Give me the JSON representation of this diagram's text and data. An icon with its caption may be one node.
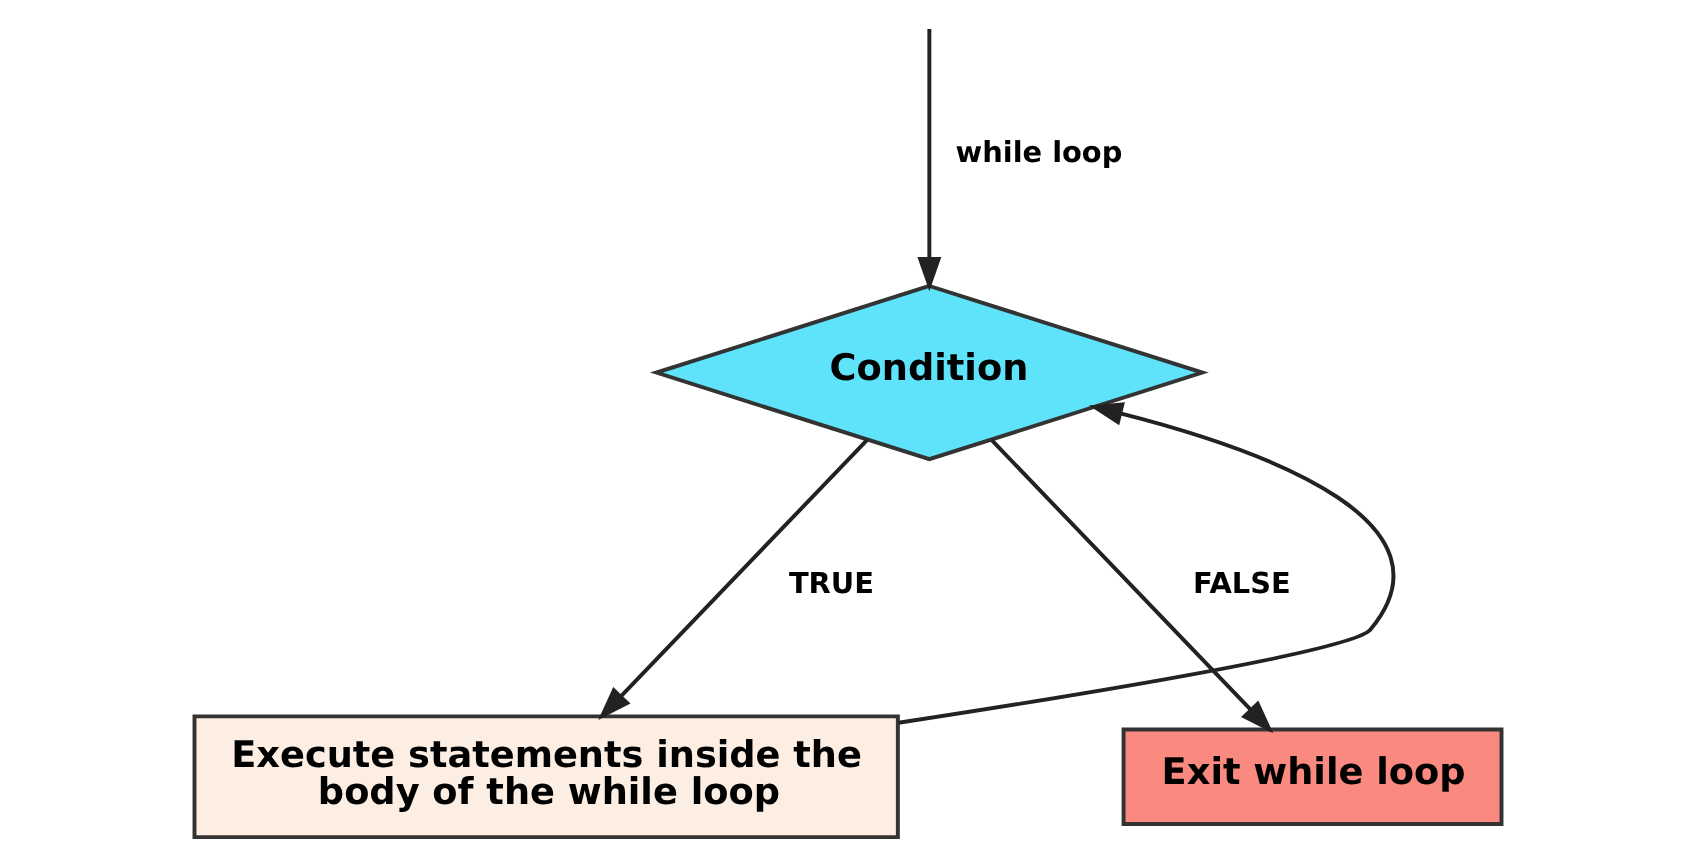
{
  "diagram": {
    "nodes": [
      {
        "text": [
          "Condition"
        ]
      },
      {
        "text": [
          "Execute statements inside the body of the while loop"
        ]
      },
      {
        "text": [
          "Exit while loop"
        ]
      }
    ],
    "edges": [
      {
        "from": null,
        "to": 0,
        "arrow": "to",
        "label": "while loop"
      },
      {
        "from": 0,
        "to": 2,
        "arrow": "to",
        "label": "FALSE"
      },
      {
        "from": 0,
        "to": 1,
        "arrow": "to",
        "label": "TRUE"
      },
      {
        "from": 1,
        "to": 0,
        "arrow": "to"
      }
    ]
  }
}
